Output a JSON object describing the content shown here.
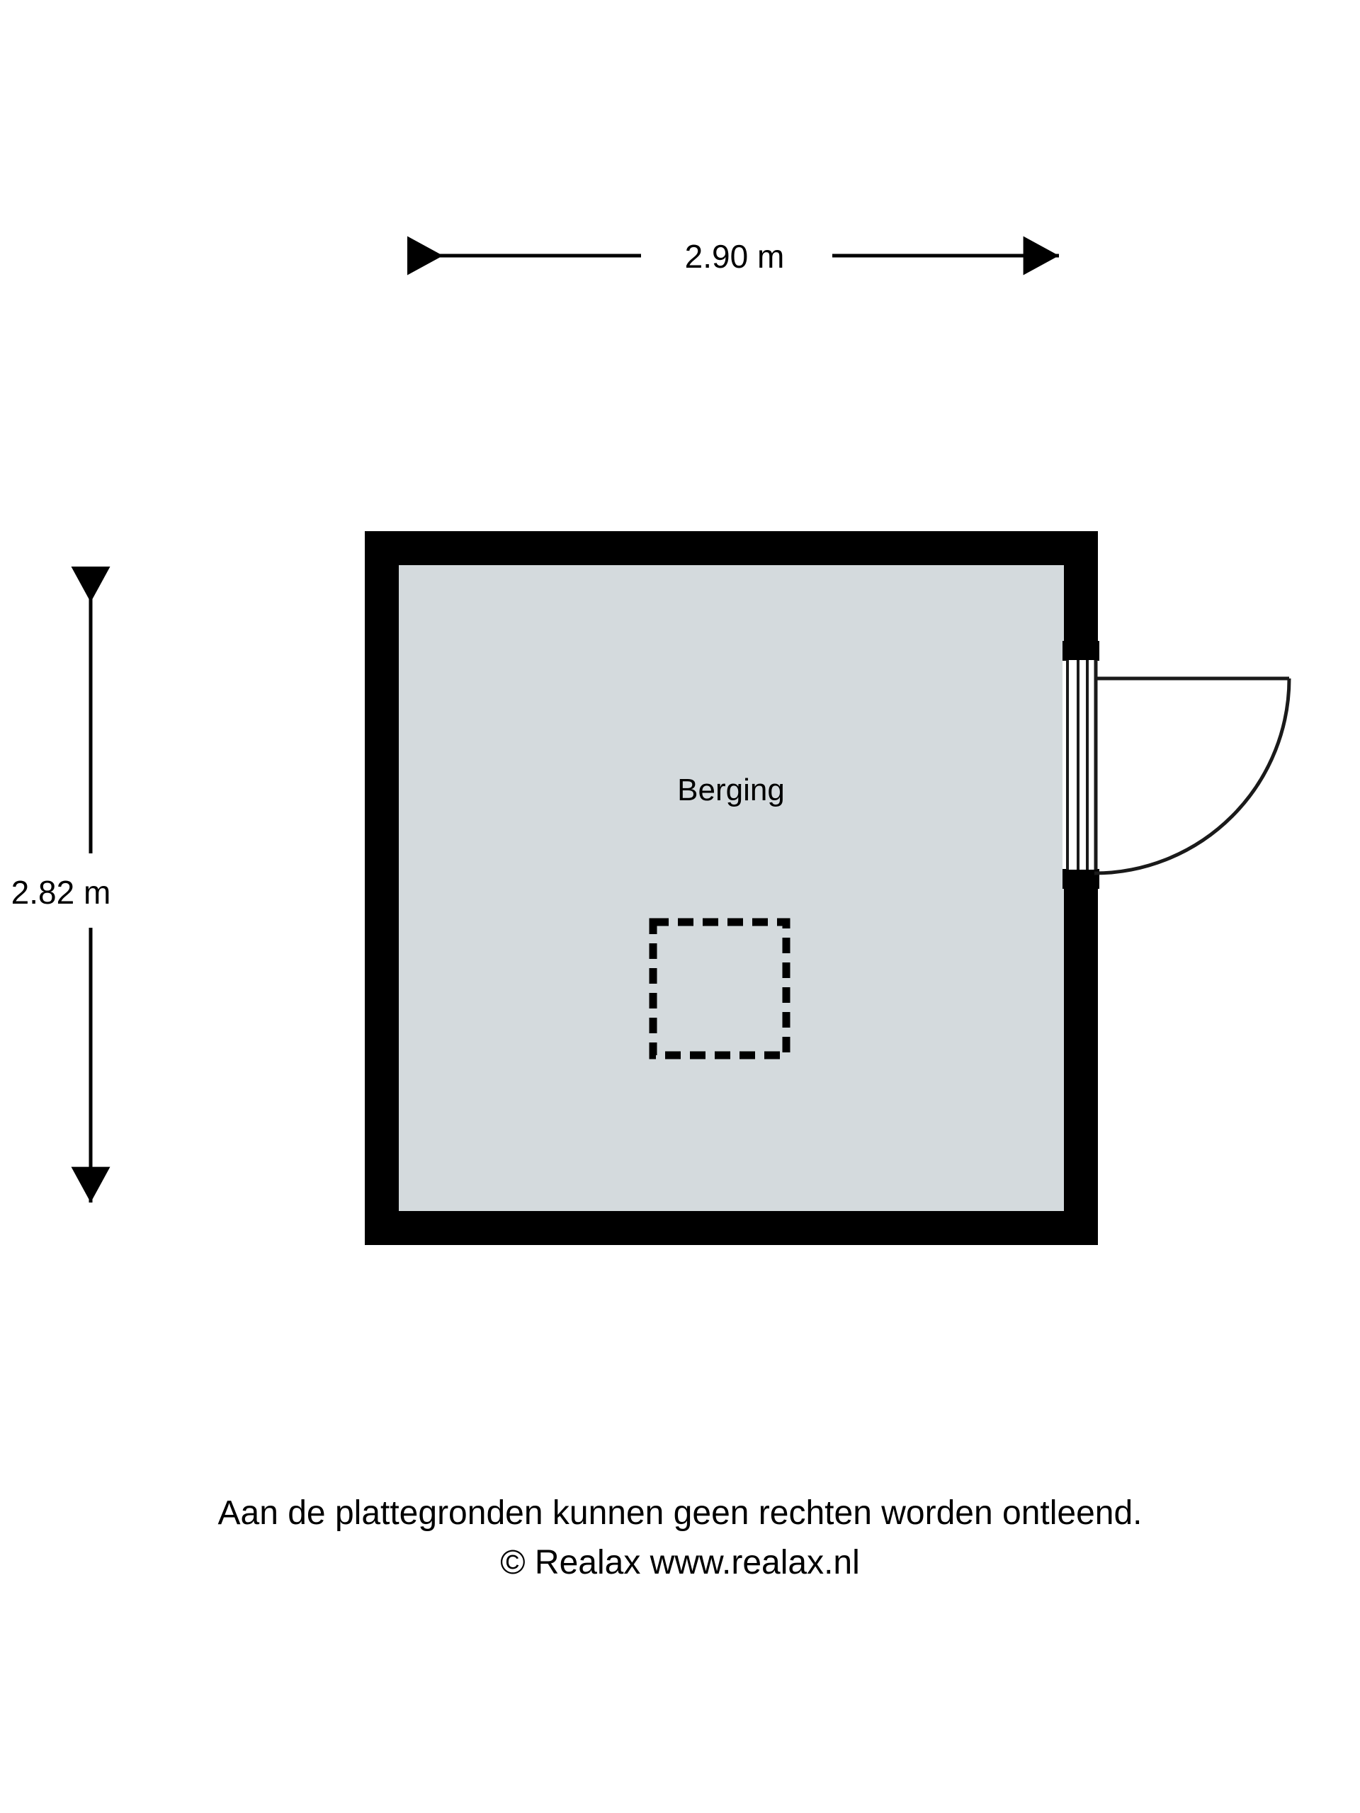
{
  "document": {
    "type": "floor-plan",
    "background_color": "#ffffff"
  },
  "dimensions": {
    "horizontal": {
      "label": "2.90 m",
      "name": "width-dimension"
    },
    "vertical": {
      "label": "2.82 m",
      "name": "depth-dimension"
    }
  },
  "rooms": [
    {
      "label": "Berging",
      "fill_color": "#d4dadd",
      "wall_color": "#000000"
    }
  ],
  "features": {
    "door": {
      "name": "door-swing",
      "type": "single-swing-door"
    },
    "fixture": {
      "name": "dashed-fixture-outline",
      "type": "dashed-rectangle"
    }
  },
  "footer": {
    "line1": "Aan de plattegronden kunnen geen rechten worden ontleend.",
    "line2": "© Realax www.realax.nl"
  }
}
